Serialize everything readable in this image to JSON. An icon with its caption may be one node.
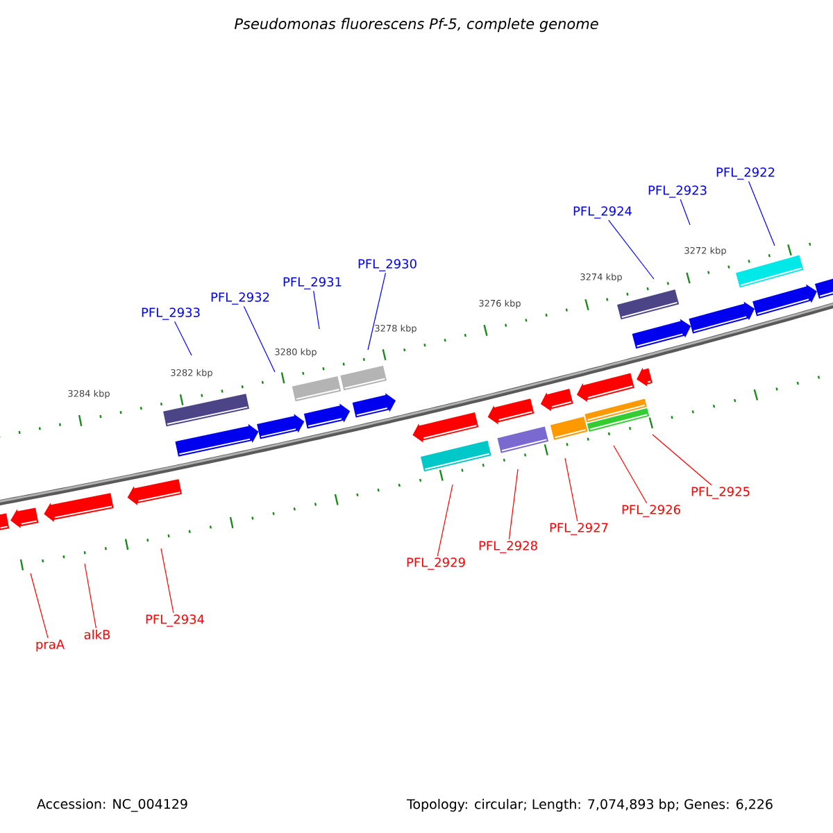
{
  "diagram": {
    "title": "Pseudomonas fluorescens Pf-5, complete genome",
    "nodes": [
      {
        "text": [
          "PFL_2933"
        ]
      },
      {
        "text": [
          "PFL_2932"
        ]
      },
      {
        "text": [
          "PFL_2931"
        ]
      },
      {
        "text": [
          "PFL_2930"
        ]
      },
      {
        "text": [
          "PFL_2924"
        ]
      },
      {
        "text": [
          "PFL_2923"
        ]
      },
      {
        "text": [
          "PFL_2922"
        ]
      },
      {
        "text": [
          "praA"
        ]
      },
      {
        "text": [
          "alkB"
        ]
      },
      {
        "text": [
          "PFL_2934"
        ]
      },
      {
        "text": [
          "PFL_2929"
        ]
      },
      {
        "text": [
          "PFL_2928"
        ]
      },
      {
        "text": [
          "PFL_2927"
        ]
      },
      {
        "text": [
          "PFL_2926"
        ]
      },
      {
        "text": [
          "PFL_2925"
        ]
      }
    ],
    "edges": [
      {
        "from": 0,
        "to": null,
        "arrow": "none",
        "color": "#0000ff"
      },
      {
        "from": 1,
        "to": null,
        "arrow": "none",
        "color": "#0000ff"
      },
      {
        "from": 2,
        "to": null,
        "arrow": "none",
        "color": "#0000ff"
      },
      {
        "from": 3,
        "to": null,
        "arrow": "none",
        "color": "#0000ff"
      },
      {
        "from": 4,
        "to": null,
        "arrow": "none",
        "color": "#0000ff"
      },
      {
        "from": 5,
        "to": null,
        "arrow": "none",
        "color": "#0000ff"
      },
      {
        "from": 6,
        "to": null,
        "arrow": "none",
        "color": "#0000ff"
      },
      {
        "from": 7,
        "to": null,
        "arrow": "none",
        "color": "#ff0000"
      },
      {
        "from": 8,
        "to": null,
        "arrow": "none",
        "color": "#ff0000"
      },
      {
        "from": 9,
        "to": null,
        "arrow": "none",
        "color": "#ff0000"
      },
      {
        "from": 10,
        "to": null,
        "arrow": "none",
        "color": "#ff0000"
      },
      {
        "from": 11,
        "to": null,
        "arrow": "none",
        "color": "#ff0000"
      },
      {
        "from": 12,
        "to": null,
        "arrow": "none",
        "color": "#ff0000"
      },
      {
        "from": 13,
        "to": null,
        "arrow": "none",
        "color": "#ff0000"
      },
      {
        "from": 14,
        "to": null,
        "arrow": "none",
        "color": "#ff0000"
      }
    ],
    "labels": [
      "3284 kbp",
      "3282 kbp",
      "3280 kbp",
      "3278 kbp",
      "3276 kbp",
      "3274 kbp",
      "3272 kbp",
      "Accession: NC_004129",
      "Topology: circular; Length: 7,074,893 bp; Genes: 6,226"
    ]
  }
}
